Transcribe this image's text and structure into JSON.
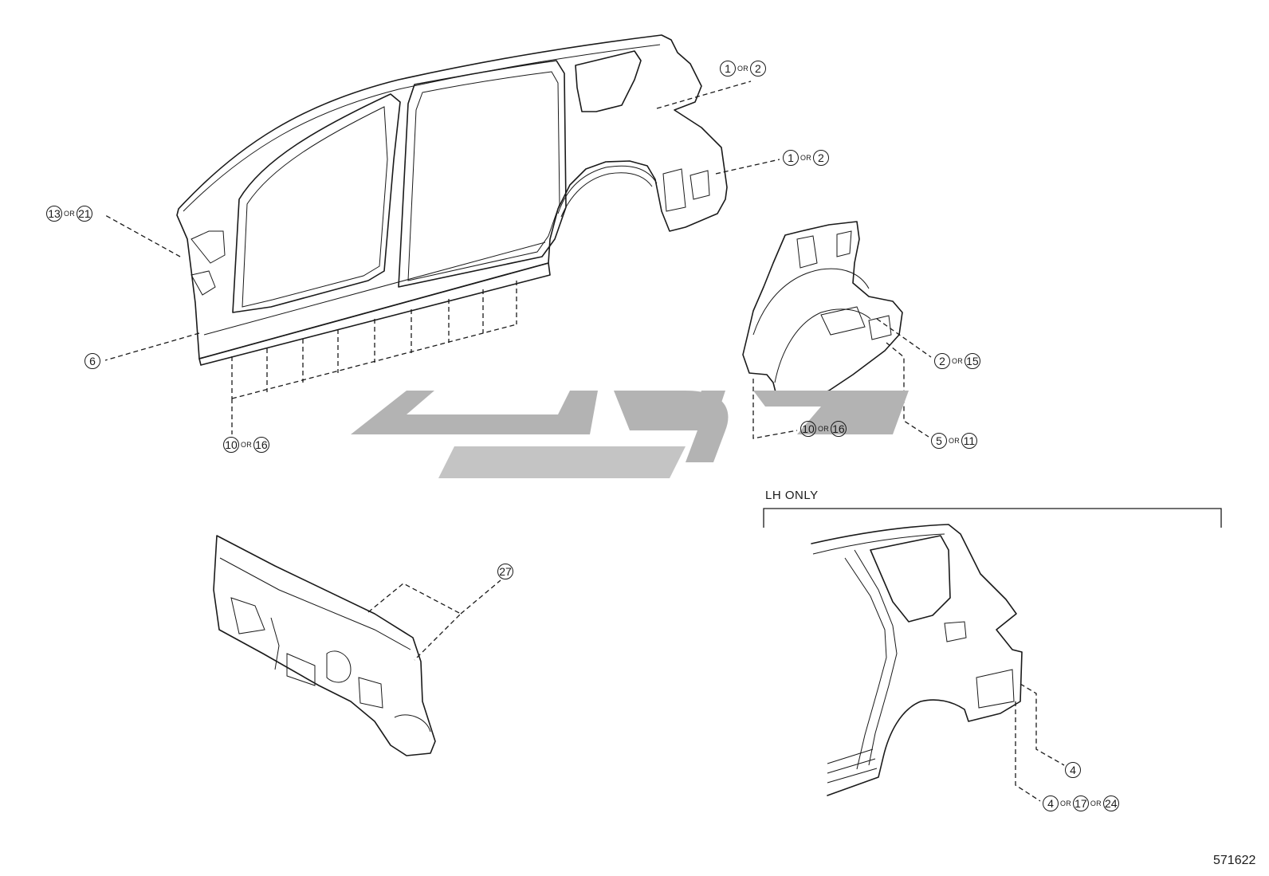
{
  "diagram": {
    "section_label": "LH ONLY",
    "illustration_code": "571622",
    "connector_word": "OR",
    "callouts": {
      "roof_upper": [
        "1",
        "2"
      ],
      "quarter_mid": [
        "1",
        "2"
      ],
      "a_pillar": [
        "13",
        "21"
      ],
      "rocker_front": [
        "6"
      ],
      "rocker_bottom": [
        "10",
        "16"
      ],
      "wheelhouse_upper": [
        "2",
        "15"
      ],
      "wheelhouse_bottom": [
        "10",
        "16"
      ],
      "wheelhouse_rear": [
        "5",
        "11"
      ],
      "dash_panel": [
        "27"
      ],
      "lh_quarter_single": [
        "4"
      ],
      "lh_quarter_triple": [
        "4",
        "17",
        "24"
      ]
    },
    "parts": [
      "body-side-outer-panel",
      "rear-wheelhouse-inner-panel",
      "dash-panel",
      "lh-quarter-panel"
    ],
    "watermark": "logo-watermark"
  }
}
